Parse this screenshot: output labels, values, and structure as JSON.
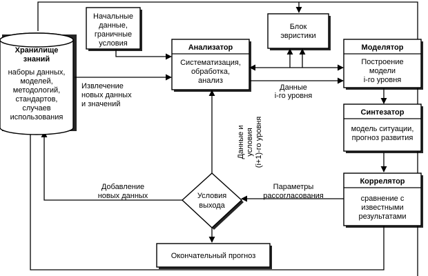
{
  "storage": {
    "title_line1": "Хранилище",
    "title_line2": "знаний",
    "body": [
      "наборы данных,",
      "моделей,",
      "методологий,",
      "стандартов,",
      "случаев",
      "использования"
    ]
  },
  "initial_data": [
    "Начальные",
    "данные,",
    "граничные",
    "условия"
  ],
  "heuristics": [
    "Блок",
    "эвристики"
  ],
  "analyzer": {
    "title": "Анализатор",
    "body": [
      "Систематизация,",
      "обработка,",
      "анализ"
    ]
  },
  "modeler": {
    "title": "Моделятор",
    "body": [
      "Построение",
      "модели",
      "i-го уровня"
    ]
  },
  "synthesizer": {
    "title": "Синтезатор",
    "body": [
      "модель ситуации,",
      "прогноз развития"
    ]
  },
  "correlator": {
    "title": "Коррелятор",
    "body": [
      "сравнение с",
      "известными",
      "результатами"
    ]
  },
  "exit_condition": [
    "Условия",
    "выхода"
  ],
  "final_forecast": "Окончательный прогноз",
  "labels": {
    "extract": [
      "Извлечение",
      "новых данных",
      "и значений"
    ],
    "data_level": [
      "Данные",
      "i-го уровня"
    ],
    "data_next_level": [
      "Данные и",
      "условия",
      "(i+1)-го уровня"
    ],
    "add_data": [
      "Добавление",
      "новых данных"
    ],
    "params": [
      "Параметры",
      "рассогласования"
    ]
  }
}
